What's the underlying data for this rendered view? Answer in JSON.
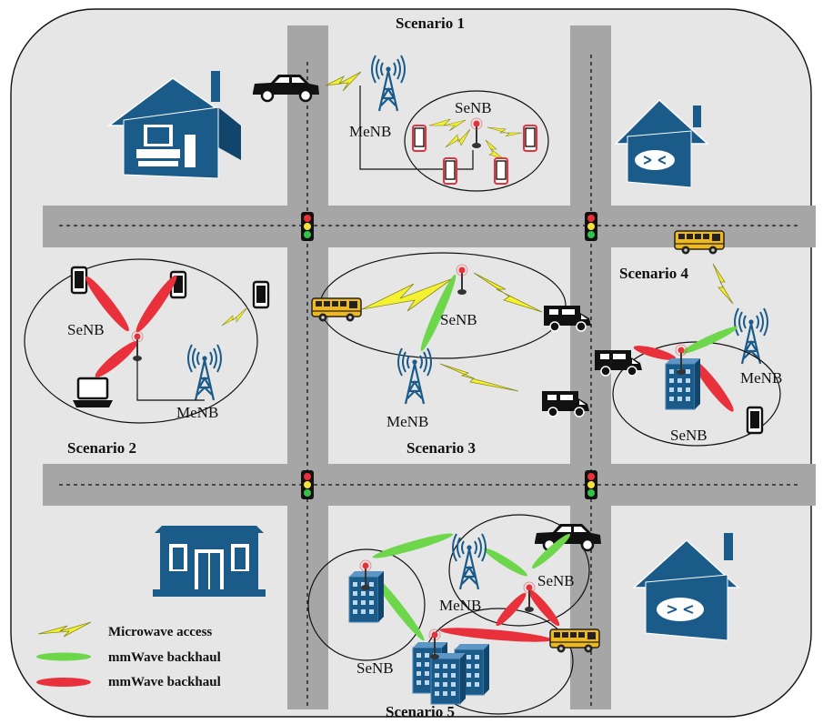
{
  "scenarios": {
    "s1": "Scenario 1",
    "s2": "Scenario 2",
    "s3": "Scenario 3",
    "s4": "Scenario 4",
    "s5": "Scenario 5"
  },
  "node_labels": {
    "s1_menb": "MeNB",
    "s1_senb": "SeNB",
    "s2_senb": "SeNB",
    "s2_menb": "MeNB",
    "s3_senb": "SeNB",
    "s3_menb": "MeNB",
    "s4_menb": "MeNB",
    "s4_senb": "SeNB",
    "s5_senb_a": "SeNB",
    "s5_menb": "MeNB",
    "s5_senb_b": "SeNB"
  },
  "legend": {
    "items": [
      {
        "label": "Microwave access",
        "kind": "bolt",
        "color": "#f4f032"
      },
      {
        "label": "mmWave backhaul",
        "kind": "beam",
        "color": "#6dd64a"
      },
      {
        "label": "mmWave backhaul",
        "kind": "beam",
        "color": "#e8313a"
      }
    ]
  },
  "colors": {
    "background": "#e6e6e6",
    "road": "#a6a6a6",
    "building": "#1b5b8a",
    "microwave": "#f4f032",
    "green_beam": "#6dd64a",
    "red_beam": "#e8313a"
  }
}
